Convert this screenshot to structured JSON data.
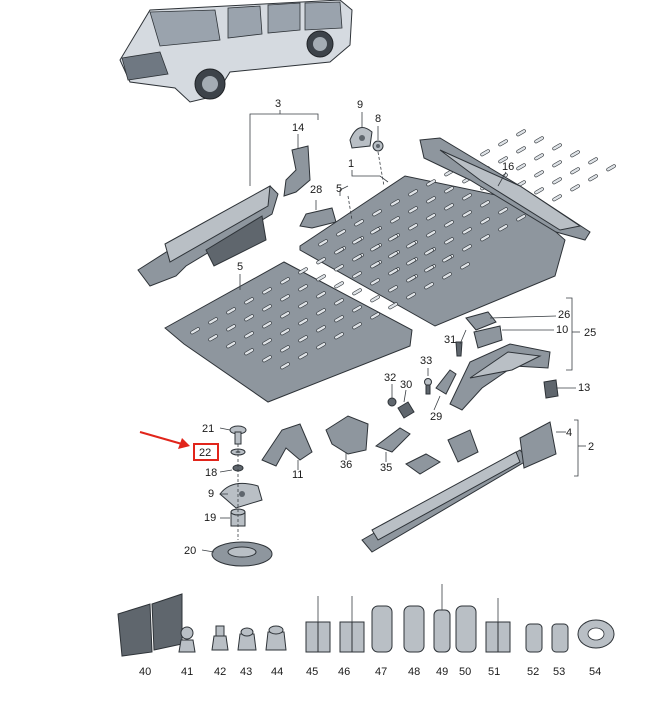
{
  "labels": {
    "p1": "1",
    "p2": "2",
    "p3": "3",
    "p4": "4",
    "p5a": "5",
    "p5b": "5",
    "p8": "8",
    "p9a": "9",
    "p9b": "9",
    "p10": "10",
    "p11": "11",
    "p13": "13",
    "p14": "14",
    "p16": "16",
    "p18": "18",
    "p19": "19",
    "p20": "20",
    "p21": "21",
    "p22": "22",
    "p25": "25",
    "p26": "26",
    "p28": "28",
    "p29": "29",
    "p30": "30",
    "p31": "31",
    "p32": "32",
    "p33": "33",
    "p35": "35",
    "p36": "36",
    "p40": "40",
    "p41": "41",
    "p42": "42",
    "p43": "43",
    "p44": "44",
    "p45": "45",
    "p46": "46",
    "p47": "47",
    "p48": "48",
    "p49": "49",
    "p50": "50",
    "p51": "51",
    "p52": "52",
    "p53": "53",
    "p54": "54"
  },
  "highlighted_part": "22",
  "colors": {
    "highlight": "#e1251b",
    "part": "#8e969e",
    "line": "#2e3338"
  }
}
